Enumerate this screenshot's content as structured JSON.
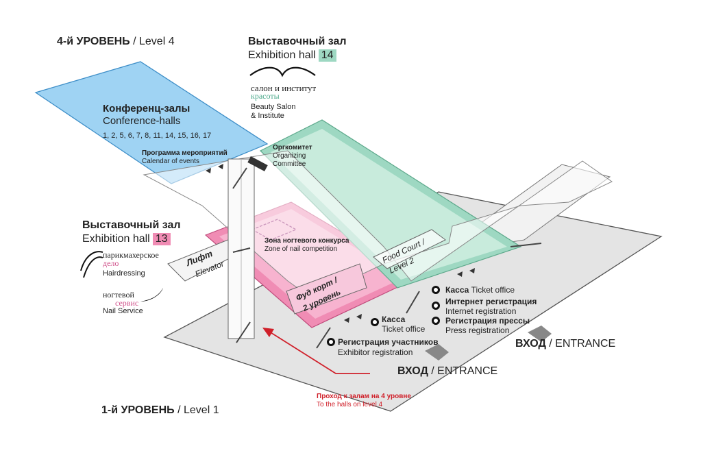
{
  "levels": {
    "level4": {
      "ru": "4-й УРОВЕНЬ",
      "en": " / Level 4"
    },
    "level1": {
      "ru": "1-й УРОВЕНЬ",
      "en": " / Level 1"
    }
  },
  "hall14": {
    "ru": "Выставочный зал",
    "en": "Exhibition hall",
    "num": "14",
    "color": "#9ed8c2"
  },
  "hall13": {
    "ru": "Выставочный зал",
    "en": "Exhibition hall",
    "num": "13",
    "color": "#f08cb4"
  },
  "beauty": {
    "logo_line1": "салон и институт",
    "logo_line2": "красоты",
    "en1": "Beauty Salon",
    "en2": "& Institute"
  },
  "hairdressing": {
    "logo_line1": "парикмахерское",
    "logo_line2": "дело",
    "en": "Hairdressing"
  },
  "nail": {
    "logo_line1": "ногтевой",
    "logo_line2": "сервис",
    "en": "Nail Service"
  },
  "conference": {
    "ru": "Конференц-залы",
    "en": "Conference-halls",
    "numbers": "1, 2, 5, 6, 7, 8, 11, 14, 15, 16, 17",
    "color": "#9fd3f3"
  },
  "program": {
    "ru": "Программа мероприятий",
    "en": "Calendar of events"
  },
  "orgcom": {
    "ru": "Оргкомитет",
    "en1": "Organizing",
    "en2": "Committee"
  },
  "nailzone": {
    "ru": "Зона ногтевого конкурса",
    "en": "Zone of nail competition"
  },
  "elevator": {
    "ru": "Лифт",
    "en": "Elevator"
  },
  "foodcourt_l4": {
    "en1": "Food Court /",
    "en2": "Level 2"
  },
  "foodcourt_l1": {
    "ru1": "Фуд корт /",
    "ru2": "2 уровень"
  },
  "kassa_left": {
    "ru": "Касса",
    "en": "Ticket office"
  },
  "kassa_right": {
    "ru": "Касса",
    "en": " Ticket office"
  },
  "internet_reg": {
    "ru": "Интернет регистрация",
    "en": "Internet registration"
  },
  "press_reg": {
    "ru": "Регистрация прессы",
    "en": "Press registration"
  },
  "exhibitor_reg": {
    "ru": "Регистрация участников",
    "en": "Exhibitor registration"
  },
  "entrance_right": {
    "ru": "ВХОД",
    "en": " / ENTRANCE"
  },
  "entrance_bottom": {
    "ru": "ВХОД",
    "en": " / ENTRANCE"
  },
  "halls_path": {
    "ru": "Проход к залам на 4 уровне",
    "en": "To the halls on level 4",
    "color": "#d0202a"
  }
}
